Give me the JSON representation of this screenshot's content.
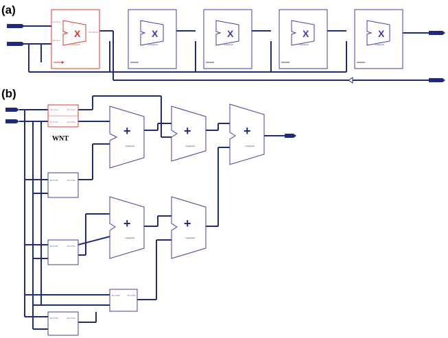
{
  "panels": {
    "a": {
      "label": "(a)"
    },
    "b": {
      "label": "(b)"
    }
  },
  "annotation": {
    "wnt": "WNT"
  },
  "multipliers": {
    "symbol": "X",
    "sublabel": "unsigned",
    "count": 5,
    "highlighted_index": 0
  },
  "adders": {
    "symbol": "+",
    "sublabel": "unsigned",
    "count": 5
  },
  "colors": {
    "wire": "#1f2a7a",
    "block": "#3b3f9c",
    "critical": "#e0342b",
    "port_fill": "#1f2a7a"
  }
}
